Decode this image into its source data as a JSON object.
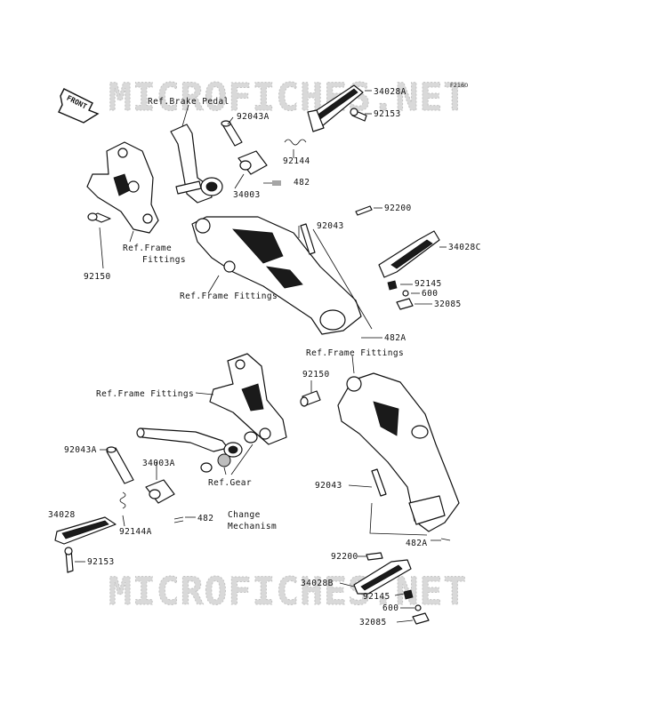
{
  "figure_code": "F2160",
  "watermark": [
    "MICROFICHES.NET",
    "MICROFICHES.NET"
  ],
  "front_arrow": "FRONT",
  "labels": {
    "ref_brake_pedal": "Ref.Brake Pedal",
    "p92043A_top": "92043A",
    "p34028A": "34028A",
    "p92153_top": "92153",
    "p92144": "92144",
    "p34003": "34003",
    "p482_top": "482",
    "ref_frame_1_l1": "Ref.Frame",
    "ref_frame_1_l2": "Fittings",
    "p92150_top": "92150",
    "p92043_top": "92043",
    "p92200_top": "92200",
    "p34028C": "34028C",
    "p92145_top": "92145",
    "p600_top": "600",
    "p32085_top": "32085",
    "ref_frame_2": "Ref.Frame Fittings",
    "p482A_top": "482A",
    "ref_frame_3": "Ref.Frame Fittings",
    "ref_frame_4": "Ref.Frame Fittings",
    "p92150_mid": "92150",
    "p92043A_bot": "92043A",
    "p34003A": "34003A",
    "ref_gear_l1": "Ref.Gear",
    "ref_gear_l2": "Change",
    "ref_gear_l3": "Mechanism",
    "p482_bot": "482",
    "p34028": "34028",
    "p92144A": "92144A",
    "p92153_bot": "92153",
    "p92043_bot": "92043",
    "p482A_bot": "482A",
    "p92200_bot": "92200",
    "p34028B": "34028B",
    "p92145_bot": "92145",
    "p600_bot": "600",
    "p32085_bot": "32085"
  }
}
